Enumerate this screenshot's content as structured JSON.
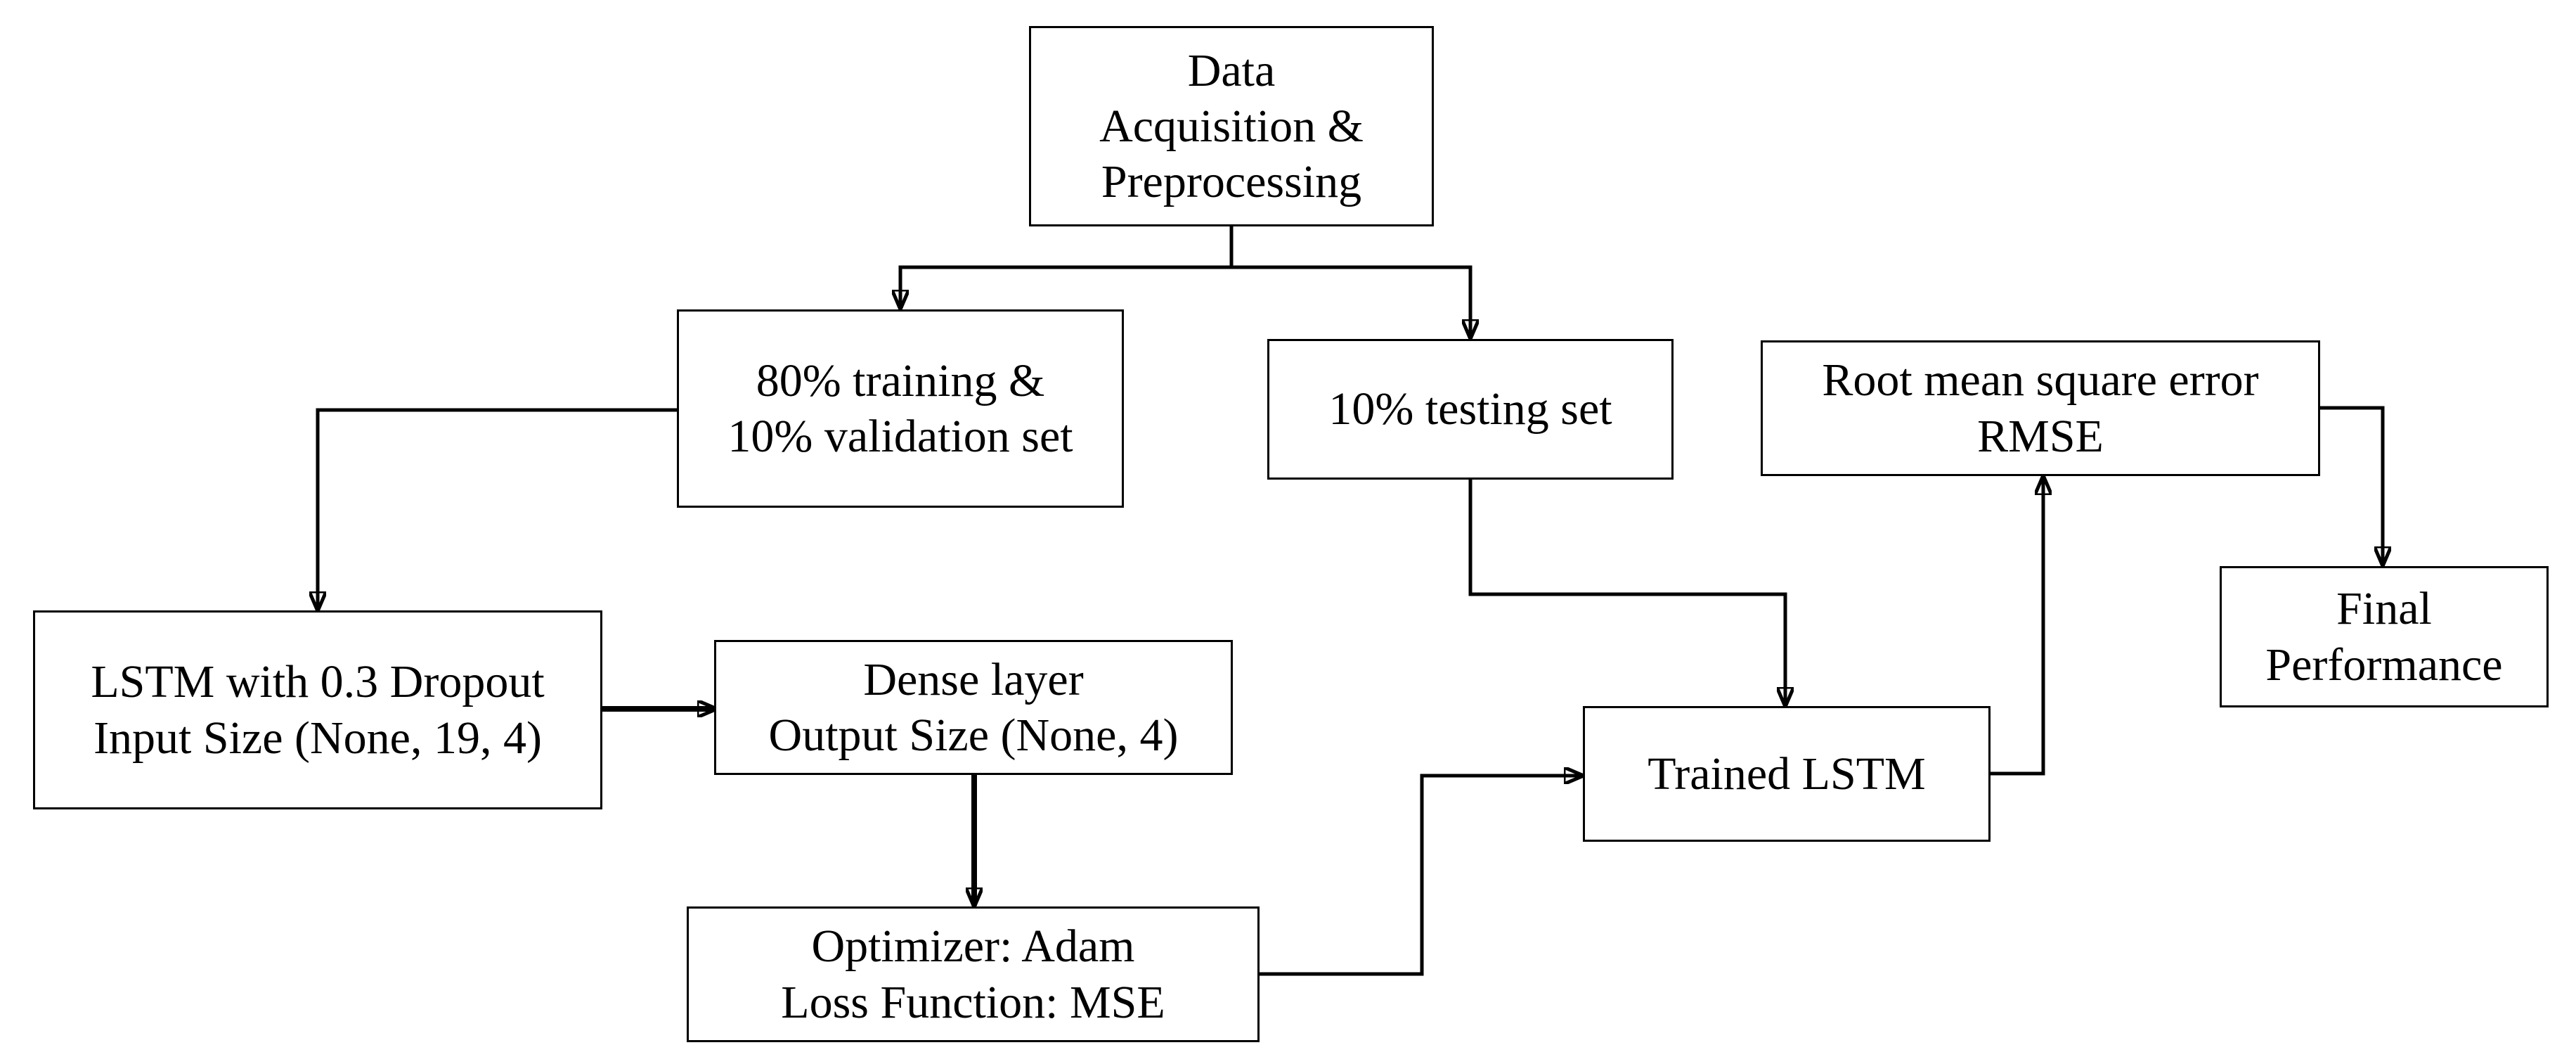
{
  "nodes": {
    "data_acquisition": {
      "lines": [
        "Data",
        "Acquisition &",
        "Preprocessing"
      ]
    },
    "train_val_split": {
      "lines": [
        "80% training &",
        "10% validation set"
      ]
    },
    "testing_set": {
      "lines": [
        "10% testing set"
      ]
    },
    "rmse": {
      "lines": [
        "Root mean square error",
        "RMSE"
      ]
    },
    "final_performance": {
      "lines": [
        "Final",
        "Performance"
      ]
    },
    "lstm": {
      "lines": [
        "LSTM with 0.3 Dropout",
        "Input Size (None, 19, 4)"
      ]
    },
    "dense": {
      "lines": [
        "Dense layer",
        "Output Size (None, 4)"
      ]
    },
    "optimizer": {
      "lines": [
        "Optimizer: Adam",
        "Loss Function: MSE"
      ]
    },
    "trained_lstm": {
      "lines": [
        "Trained LSTM"
      ]
    }
  },
  "edges": [
    {
      "from": "data_acquisition",
      "to": "train_val_split"
    },
    {
      "from": "data_acquisition",
      "to": "testing_set"
    },
    {
      "from": "train_val_split",
      "to": "lstm"
    },
    {
      "from": "lstm",
      "to": "dense"
    },
    {
      "from": "dense",
      "to": "optimizer"
    },
    {
      "from": "optimizer",
      "to": "trained_lstm"
    },
    {
      "from": "testing_set",
      "to": "trained_lstm"
    },
    {
      "from": "trained_lstm",
      "to": "rmse"
    },
    {
      "from": "rmse",
      "to": "final_performance"
    }
  ]
}
